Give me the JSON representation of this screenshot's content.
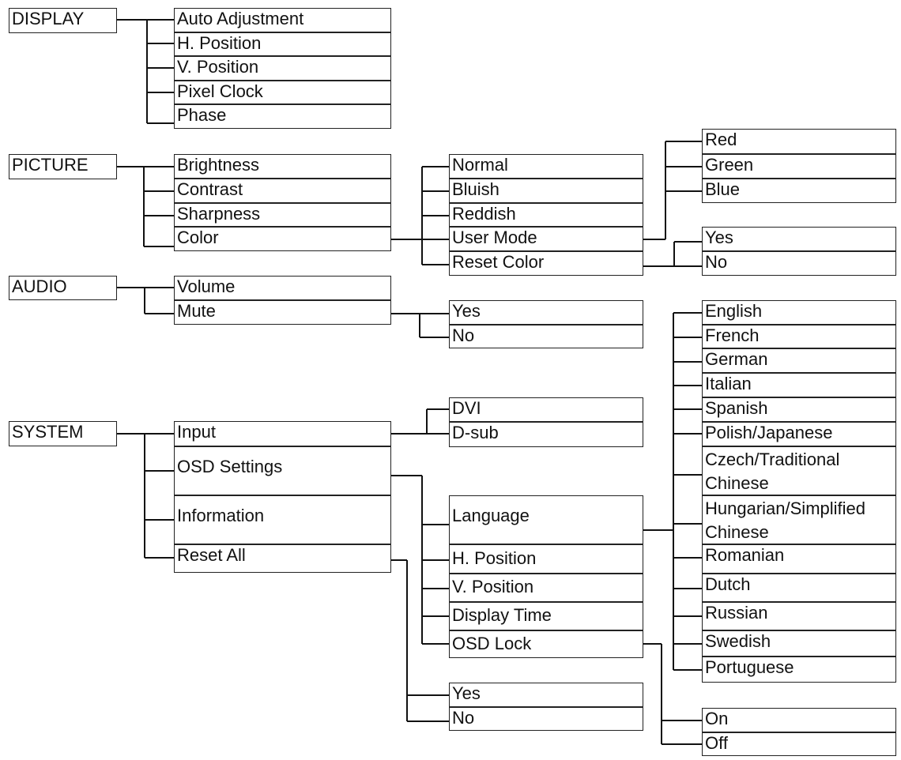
{
  "nodes": {
    "display": "DISPLAY",
    "picture": "PICTURE",
    "audio": "AUDIO",
    "system": "SYSTEM",
    "auto_adjustment": "Auto Adjustment",
    "display_h_position": "H. Position",
    "display_v_position": "V. Position",
    "pixel_clock": "Pixel Clock",
    "phase": "Phase",
    "brightness": "Brightness",
    "contrast": "Contrast",
    "sharpness": "Sharpness",
    "color": "Color",
    "normal": "Normal",
    "bluish": "Bluish",
    "reddish": "Reddish",
    "user_mode": "User Mode",
    "reset_color": "Reset Color",
    "red": "Red",
    "green": "Green",
    "blue": "Blue",
    "reset_yes": "Yes",
    "reset_no": "No",
    "volume": "Volume",
    "mute": "Mute",
    "mute_yes": "Yes",
    "mute_no": "No",
    "input": "Input",
    "osd_settings": "OSD Settings",
    "information": "Information",
    "reset_all": "Reset All",
    "dvi": "DVI",
    "d_sub": "D-sub",
    "language": "Language",
    "osd_h_position": "H. Position",
    "osd_v_position": "V. Position",
    "display_time": "Display Time",
    "osd_lock": "OSD Lock",
    "reset_all_yes": "Yes",
    "reset_all_no": "No",
    "on": "On",
    "off": "Off",
    "english": "English",
    "french": "French",
    "german": "German",
    "italian": "Italian",
    "spanish": "Spanish",
    "polish_japanese": "Polish/Japanese",
    "czech_traditional_chinese": "Czech/Traditional Chinese",
    "hungarian_simplified_chinese": "Hungarian/Simplified Chinese",
    "romanian": "Romanian",
    "dutch": "Dutch",
    "russian": "Russian",
    "swedish": "Swedish",
    "portuguese": "Portuguese"
  }
}
